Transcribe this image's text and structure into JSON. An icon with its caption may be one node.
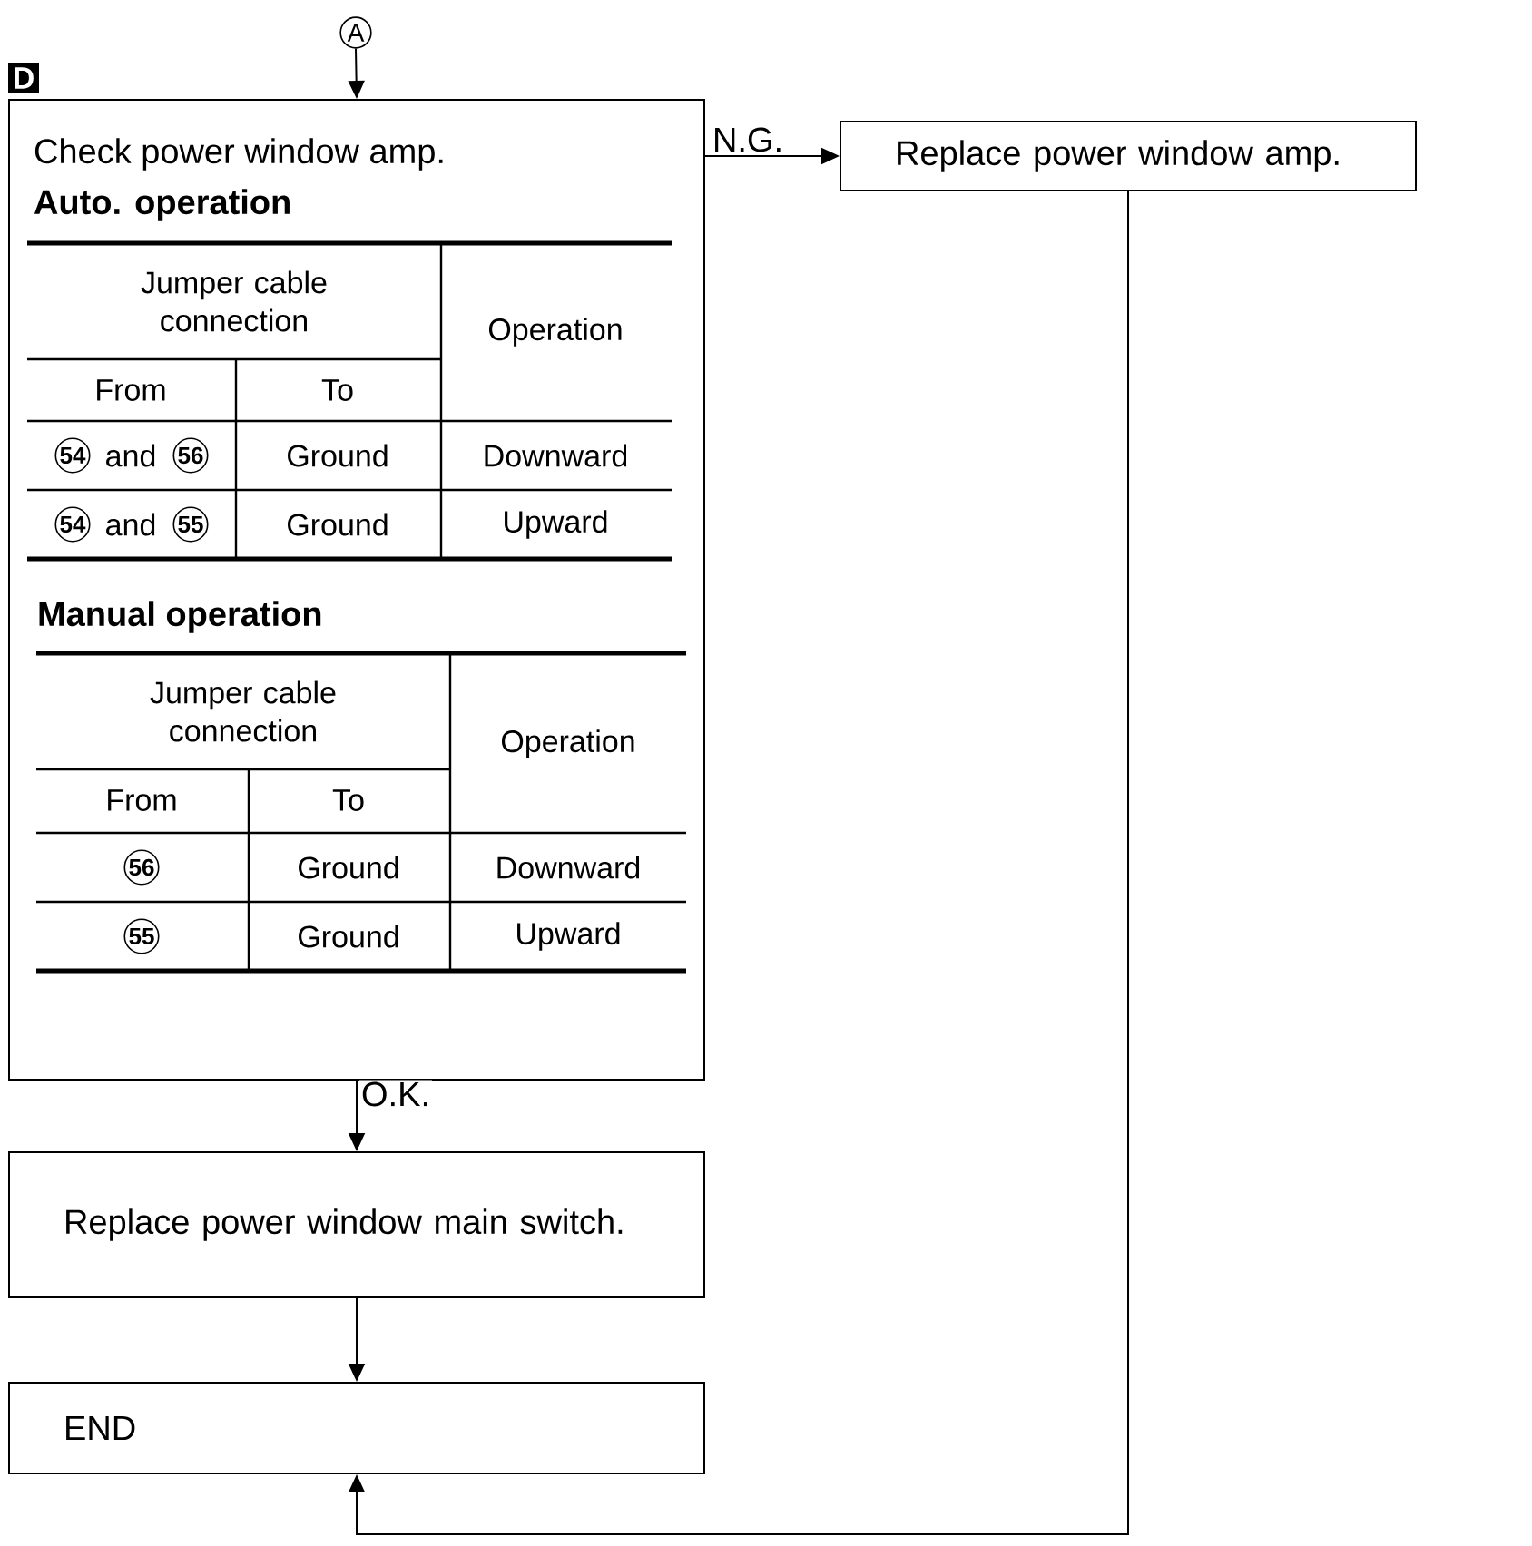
{
  "diagram": {
    "nodes": [
      {
        "text": [
          "A"
        ]
      },
      {
        "text": [
          "Check power window amp.",
          "Auto. operation",
          "Manual operation"
        ]
      },
      {
        "text": [
          "Replace power window amp."
        ]
      },
      {
        "text": [
          "Replace power window main switch."
        ]
      },
      {
        "text": [
          "END"
        ]
      }
    ],
    "edges": [
      {
        "from": 0,
        "to": 1,
        "arrow": "to"
      },
      {
        "from": 1,
        "to": 2,
        "arrow": "to",
        "label": "N.G."
      },
      {
        "from": 1,
        "to": 3,
        "arrow": "to",
        "label": "O.K."
      },
      {
        "from": 3,
        "to": 4,
        "arrow": "to"
      },
      {
        "from": 2,
        "to": 4,
        "arrow": "to"
      }
    ],
    "labels": [
      "D",
      "Jumper cable connection",
      "Operation",
      "From",
      "To",
      "54",
      "and",
      "56",
      "Ground",
      "Downward",
      "54",
      "and",
      "55",
      "Ground",
      "Upward",
      "Jumper cable connection",
      "Operation",
      "From",
      "To",
      "56",
      "Ground",
      "Downward",
      "55",
      "Ground",
      "Upward"
    ]
  }
}
